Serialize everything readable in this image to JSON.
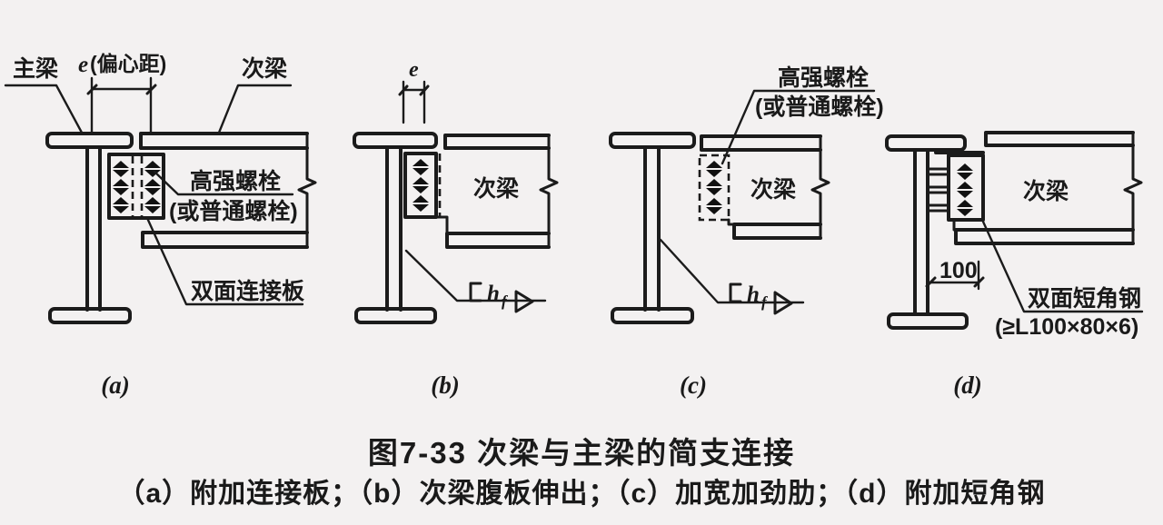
{
  "colors": {
    "line": "#1b1b1b",
    "background": "#f3f1f1",
    "text": "#1a1a1a"
  },
  "caption": {
    "title": "图7-33  次梁与主梁的简支连接",
    "legend": "（a）附加连接板；（b）次梁腹板伸出；（c）加宽加劲肋；（d）附加短角钢"
  },
  "panel_a": {
    "label": "(a)",
    "main_beam": "主梁",
    "e_label": "e",
    "e_paren": "(偏心距)",
    "secondary_beam": "次梁",
    "bolt_line1": "高强螺栓",
    "bolt_line2": "(或普通螺栓)",
    "plate": "双面连接板"
  },
  "panel_b": {
    "label": "(b)",
    "e_label": "e",
    "secondary_beam": "次梁",
    "weld_h": "h",
    "weld_sub": "f"
  },
  "panel_c": {
    "label": "(c)",
    "bolt_line1": "高强螺栓",
    "bolt_line2": "(或普通螺栓)",
    "secondary_beam": "次梁",
    "weld_h": "h",
    "weld_sub": "f"
  },
  "panel_d": {
    "label": "(d)",
    "secondary_beam": "次梁",
    "dimension": "100",
    "angle_line1": "双面短角钢",
    "angle_line2": "(≥L100×80×6)"
  }
}
